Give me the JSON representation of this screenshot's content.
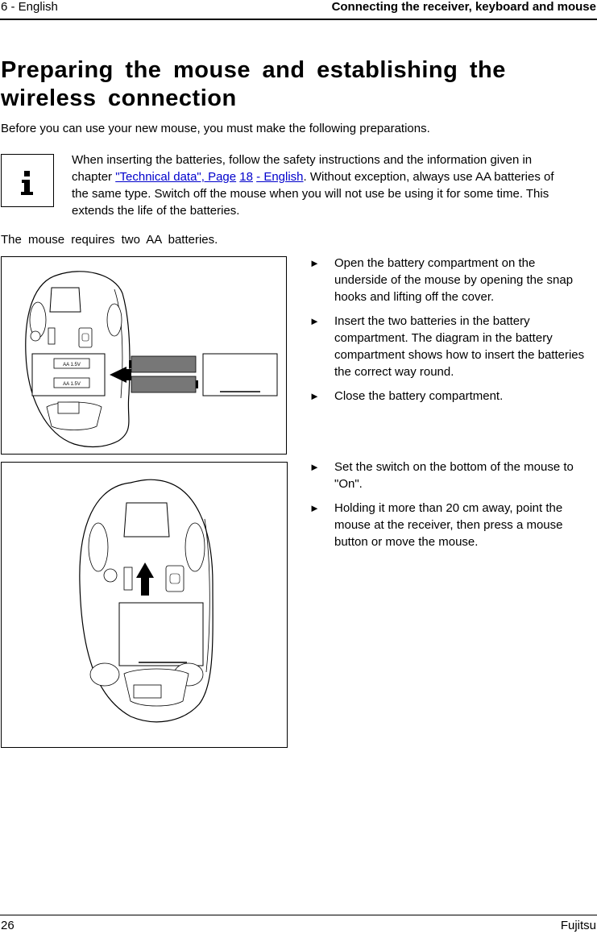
{
  "header": {
    "left": "6 - English",
    "right": "Connecting the receiver, keyboard and mouse"
  },
  "title": "Preparing the mouse and establishing the wireless connection",
  "intro": "Before you can use your new mouse, you must make the following preparations.",
  "info": {
    "icon": "info-icon",
    "text_before": "When inserting the batteries, follow the safety instructions and the information given in chapter ",
    "link_chapter": "\"Technical data\", Page",
    "link_page": "18",
    "link_lang": "- English",
    "text_after": ". Without exception, always use AA batteries of the same type. Switch off the mouse when you will not use be using it for some time. This extends the life of the batteries."
  },
  "requirement": "The mouse requires two AA batteries.",
  "figure1": {
    "battery_label_1": "AA 1.5V",
    "battery_label_2": "AA 1.5V"
  },
  "steps1": [
    "Open the battery compartment on the underside of the mouse by opening the snap hooks and lifting off the cover.",
    "Insert the two batteries in the battery compartment. The diagram in the battery compartment shows how to insert the batteries the correct way round.",
    "Close the battery compartment."
  ],
  "steps2": [
    "Set the switch on the bottom of the mouse to \"On\".",
    "Holding it more than 20 cm away, point the mouse at the receiver, then press a mouse button or move the mouse."
  ],
  "bullet_glyph": "►",
  "footer": {
    "page": "26",
    "brand": "Fujitsu"
  }
}
